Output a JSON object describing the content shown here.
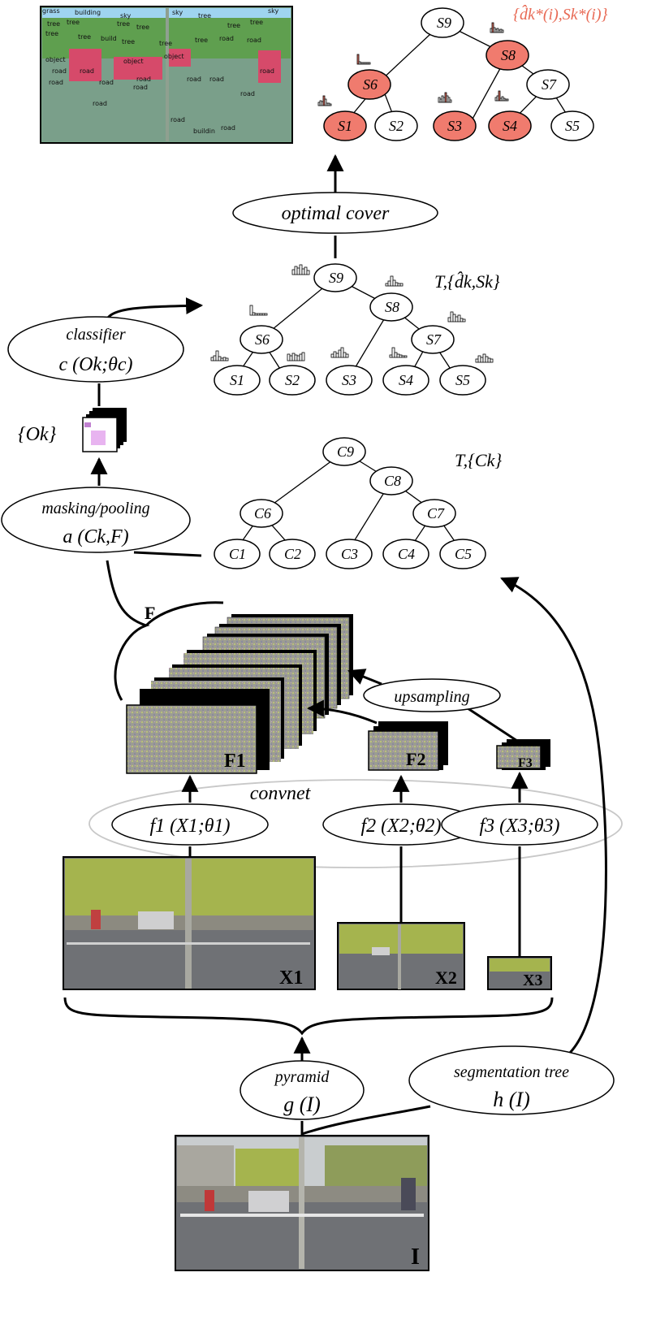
{
  "top_output": {
    "set_label": "{d̂k*(i),Sk*(i)}",
    "set_color": "#e86a55",
    "nodes": [
      "S9",
      "S8",
      "S6",
      "S7",
      "S1",
      "S2",
      "S3",
      "S4",
      "S5"
    ],
    "highlighted": [
      "S8",
      "S6",
      "S1",
      "S3",
      "S4"
    ],
    "highlight_color": "#f07b6e"
  },
  "segmentation_labels": [
    "grass",
    "building",
    "sky",
    "sky",
    "tree",
    "sky",
    "tree",
    "tree",
    "tree",
    "tree",
    "tree",
    "tree",
    "tree",
    "tree",
    "build",
    "tree",
    "tree",
    "tree",
    "road",
    "road",
    "object",
    "object",
    "object",
    "road",
    "road",
    "road",
    "road",
    "road",
    "road",
    "road",
    "road",
    "road",
    "road",
    "road",
    "buildin",
    "road",
    "road"
  ],
  "optimal_cover": {
    "label": "optimal cover"
  },
  "score_tree": {
    "label": "T,{d̂k,Sk}",
    "nodes": [
      "S9",
      "S8",
      "S6",
      "S7",
      "S1",
      "S2",
      "S3",
      "S4",
      "S5"
    ]
  },
  "classifier": {
    "title": "classifier",
    "formula": "c (Ok;θc)"
  },
  "objects": {
    "label": "{Ok}"
  },
  "masking": {
    "title": "masking/pooling",
    "formula": "a (Ck,F)"
  },
  "component_tree": {
    "label": "T,{Ck}",
    "nodes": [
      "C9",
      "C8",
      "C6",
      "C7",
      "C1",
      "C2",
      "C3",
      "C4",
      "C5"
    ]
  },
  "features": {
    "F_label": "F",
    "F1": "F1",
    "F2": "F2",
    "F3": "F3",
    "upsampling": "upsampling"
  },
  "convnet": {
    "label": "convnet",
    "f1": "f1 (X1;θ1)",
    "f2": "f2 (X2;θ2)",
    "f3": "f3 (X3;θ3)"
  },
  "inputs": {
    "X1": "X1",
    "X2": "X2",
    "X3": "X3",
    "I": "I"
  },
  "pyramid": {
    "title": "pyramid",
    "formula": "g (I)"
  },
  "segtree": {
    "title": "segmentation tree",
    "formula": "h (I)"
  }
}
